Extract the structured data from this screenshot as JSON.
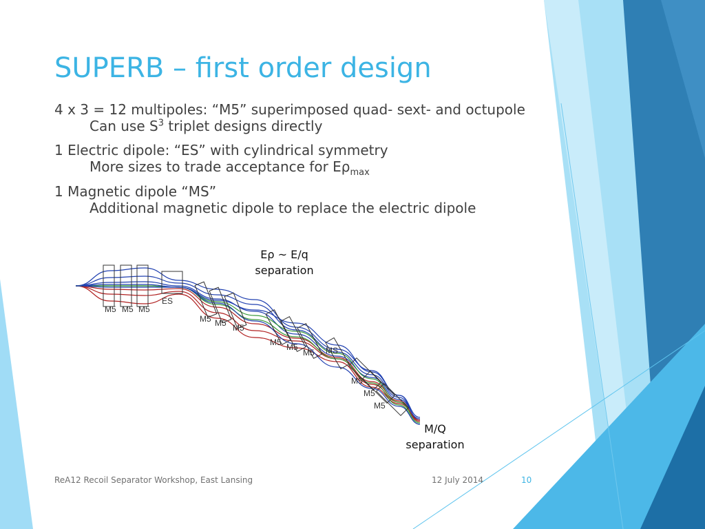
{
  "slide": {
    "title": "SUPERB – first order design",
    "bullets": [
      {
        "line1": "4 x 3 = 12 multipoles: “M5” superimposed quad- sext- and octupole",
        "line2_pre": "Can use S",
        "line2_sup": "3",
        "line2_post": " triplet designs directly"
      },
      {
        "line1": "1 Electric dipole: “ES” with cylindrical symmetry",
        "line2_pre": "More sizes to trade acceptance for Eρ",
        "line2_sub": "max"
      },
      {
        "line1": "1 Magnetic dipole “MS”",
        "line2": "Additional magnetic dipole to replace the electric dipole"
      }
    ],
    "diagram": {
      "top_label_line1": "Eρ ~ E/q",
      "top_label_line2": "separation",
      "bottom_label_line1": "M/Q",
      "bottom_label_line2": "separation",
      "element_labels": [
        "M5",
        "M5",
        "M5",
        "ES",
        "M5",
        "M5",
        "M5",
        "M5",
        "M5",
        "M5",
        "MS",
        "M5",
        "M5",
        "M5"
      ]
    },
    "footer": {
      "left": "ReA12 Recoil Separator Workshop, East Lansing",
      "date": "12 July 2014",
      "page": "10"
    }
  },
  "colors": {
    "title": "#3cb4e4",
    "accent_dark": "#2a6fa0",
    "accent_light": "#8fd6f4",
    "ray_blue": "#2040b0",
    "ray_green": "#3a9a3a",
    "ray_red": "#b02020"
  }
}
